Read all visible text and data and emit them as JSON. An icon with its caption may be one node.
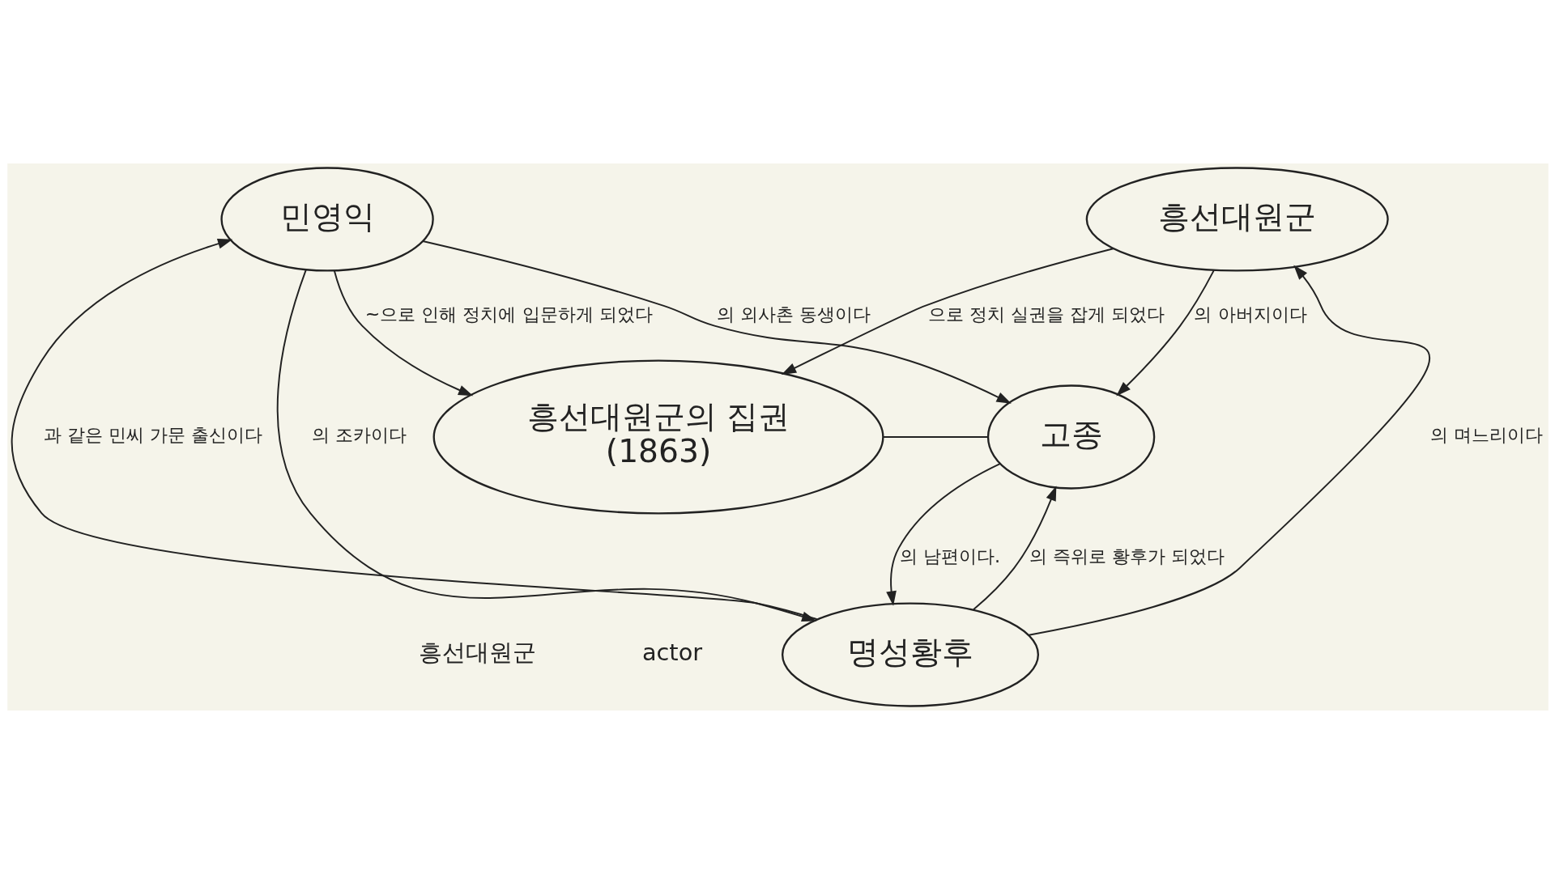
{
  "diagram": {
    "nodes": [
      {
        "text": [
          "흥선대원군"
        ]
      },
      {
        "text": [
          "민영익"
        ]
      },
      {
        "text": [
          "흥선대원군의 집권",
          "(1863)"
        ]
      },
      {
        "text": [
          "고종"
        ]
      },
      {
        "text": [
          "명성황후"
        ]
      }
    ],
    "edges": [
      {
        "from": 1,
        "to": 3,
        "arrow": "to",
        "label": "의 외사촌 동생이다"
      },
      {
        "from": 1,
        "to": 2,
        "arrow": "to",
        "label": "~으로 인해 정치에 입문하게 되었다"
      },
      {
        "from": 0,
        "to": 2,
        "arrow": "to",
        "label": "으로 정치 실권을 잡게 되었다"
      },
      {
        "from": 0,
        "to": 3,
        "arrow": "to",
        "label": "의 아버지이다"
      },
      {
        "from": 2,
        "to": 3,
        "arrow": "none"
      },
      {
        "from": 1,
        "to": 4,
        "arrow": "to",
        "label": "의 조카이다"
      },
      {
        "from": 4,
        "to": 0,
        "arrow": "to",
        "label": "의 며느리이다"
      },
      {
        "from": 4,
        "to": 3,
        "arrow": "to",
        "label": "의 즉위로 황후가 되었다"
      },
      {
        "from": 3,
        "to": 4,
        "arrow": "to",
        "label": "의 남편이다."
      },
      {
        "from": 4,
        "to": 1,
        "arrow": "to",
        "label": "과 같은 민씨 가문 출신이다"
      }
    ],
    "labels": [
      "흥선대원군",
      "actor"
    ]
  }
}
